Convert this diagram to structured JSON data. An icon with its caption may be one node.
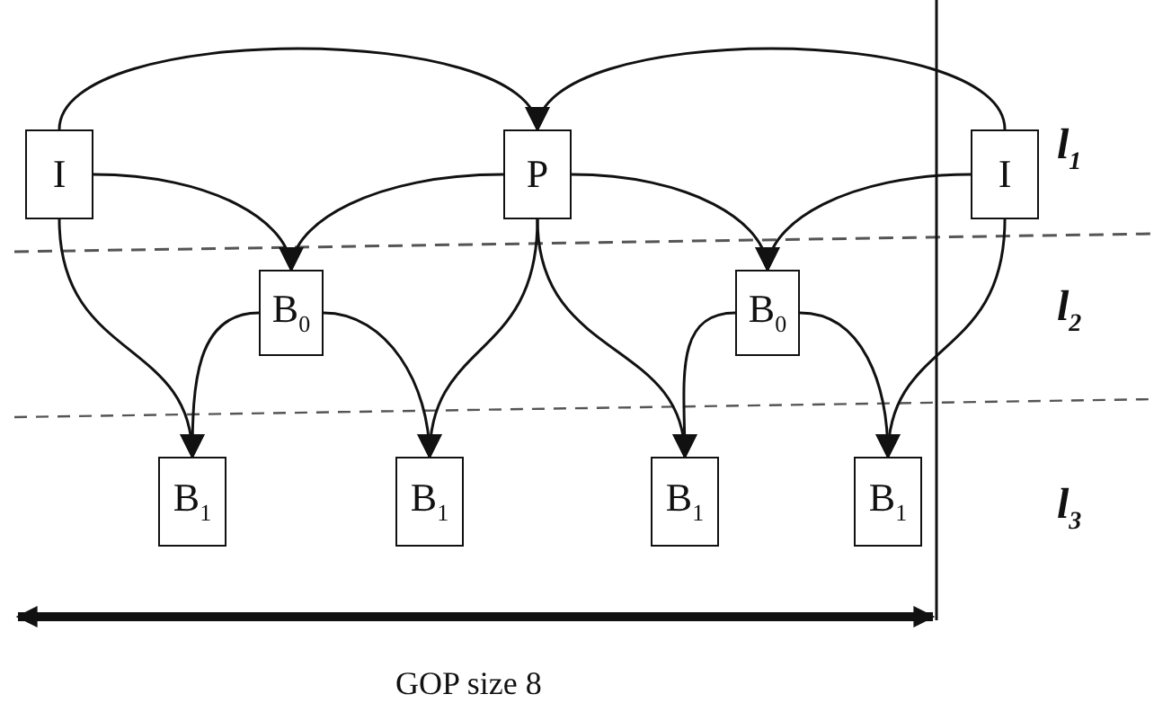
{
  "diagram": {
    "nodes": [
      {
        "text": [
          "I"
        ]
      },
      {
        "text": [
          "P"
        ]
      },
      {
        "text": [
          "I"
        ]
      },
      {
        "text": [
          "B$_{0}$"
        ]
      },
      {
        "text": [
          "B$_{0}$"
        ]
      },
      {
        "text": [
          "B$_{1}$"
        ]
      },
      {
        "text": [
          "B$_{1}$"
        ]
      },
      {
        "text": [
          "B$_{1}$"
        ]
      },
      {
        "text": [
          "B$_{1}$"
        ]
      }
    ],
    "edges": [
      {
        "from": 0,
        "to": 1,
        "arrow": "to"
      },
      {
        "from": 2,
        "to": 1,
        "arrow": "to"
      },
      {
        "from": 0,
        "to": 3,
        "arrow": "to"
      },
      {
        "from": 1,
        "to": 3,
        "arrow": "to"
      },
      {
        "from": 1,
        "to": 4,
        "arrow": "to"
      },
      {
        "from": 2,
        "to": 4,
        "arrow": "to"
      },
      {
        "from": 0,
        "to": 5,
        "arrow": "to"
      },
      {
        "from": 3,
        "to": 5,
        "arrow": "to"
      },
      {
        "from": 3,
        "to": 6,
        "arrow": "to"
      },
      {
        "from": 1,
        "to": 6,
        "arrow": "to"
      },
      {
        "from": 1,
        "to": 7,
        "arrow": "to"
      },
      {
        "from": 4,
        "to": 7,
        "arrow": "to"
      },
      {
        "from": 4,
        "to": 8,
        "arrow": "to"
      },
      {
        "from": 2,
        "to": 8,
        "arrow": "to"
      }
    ],
    "labels": [
      "l$_{1}$",
      "l$_{2}$",
      "l$_{3}$",
      "GOP size 8"
    ]
  }
}
